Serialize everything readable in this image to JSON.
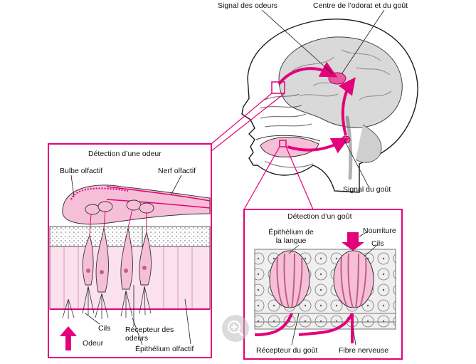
{
  "labels": {
    "signal_odeurs": "Signal des odeurs",
    "centre_odorat_gout": "Centre de l’odorat et du goût",
    "signal_gout": "Signal du goût",
    "detection_odeur": "Détection d’une odeur",
    "bulbe_olfactif": "Bulbe olfactif",
    "nerf_olfactif": "Nerf olfactif",
    "cils_left": "Cils",
    "odeur": "Odeur",
    "recepteur_odeurs_1": "Récepteur des",
    "recepteur_odeurs_2": "odeurs",
    "epithelium_olfactif": "Épithélium olfactif",
    "detection_gout": "Détection d’un goût",
    "epithelium_langue_1": "Épithélium de",
    "epithelium_langue_2": "la langue",
    "nourriture": "Nourriture",
    "cils_right": "Cils",
    "recepteur_gout": "Récepteur du goût",
    "fibre_nerveuse": "Fibre nerveuse"
  },
  "icons": {
    "zoom": "zoom-in-icon"
  },
  "colors": {
    "magenta": "#e3007a",
    "pink": "#f6bfd8",
    "light_pink": "#fbe1ee",
    "line": "#1a1a1a"
  }
}
